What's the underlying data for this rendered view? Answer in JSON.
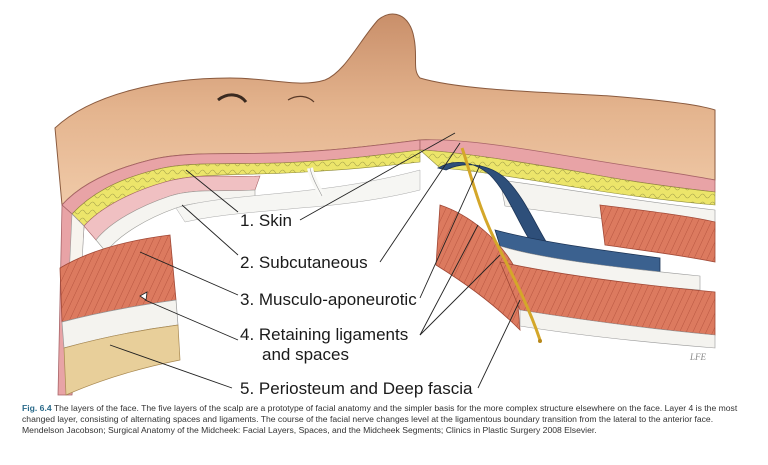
{
  "figure": {
    "labels": [
      {
        "id": "skin",
        "text": "1. Skin"
      },
      {
        "id": "subcutaneous",
        "text": "2. Subcutaneous"
      },
      {
        "id": "musculo",
        "text": "3. Musculo-aponeurotic"
      },
      {
        "id": "retaining_1",
        "text": "4. Retaining ligaments"
      },
      {
        "id": "retaining_2",
        "text": "and spaces"
      },
      {
        "id": "periosteum",
        "text": "5. Periosteum and Deep fascia"
      }
    ],
    "signature": "LFE",
    "caption": {
      "fig_label": "Fig. 6.4",
      "text": "The layers of the face. The five layers of the scalp are a prototype of facial anatomy and the simpler basis for the more complex structure elsewhere on the face. Layer 4 is the most changed layer, consisting of alternating spaces and ligaments. The course of the facial nerve changes level at the ligamentous boundary transition from the lateral to the anterior face. Mendelson Jacobson; Surgical Anatomy of the Midcheek: Facial Layers, Spaces, and the Midcheek Segments; Clinics in Plastic Surgery 2008 Elsevier."
    }
  },
  "colors": {
    "skin_tone": "#e4b48e",
    "dermis_pink": "#e8a3a6",
    "fat_yellow": "#ece56a",
    "fascia_white": "#f1f0ec",
    "muscle_red": "#d9735a",
    "periosteum_tan": "#e8cf9a",
    "nerve_blue": "#2e4f7a"
  }
}
